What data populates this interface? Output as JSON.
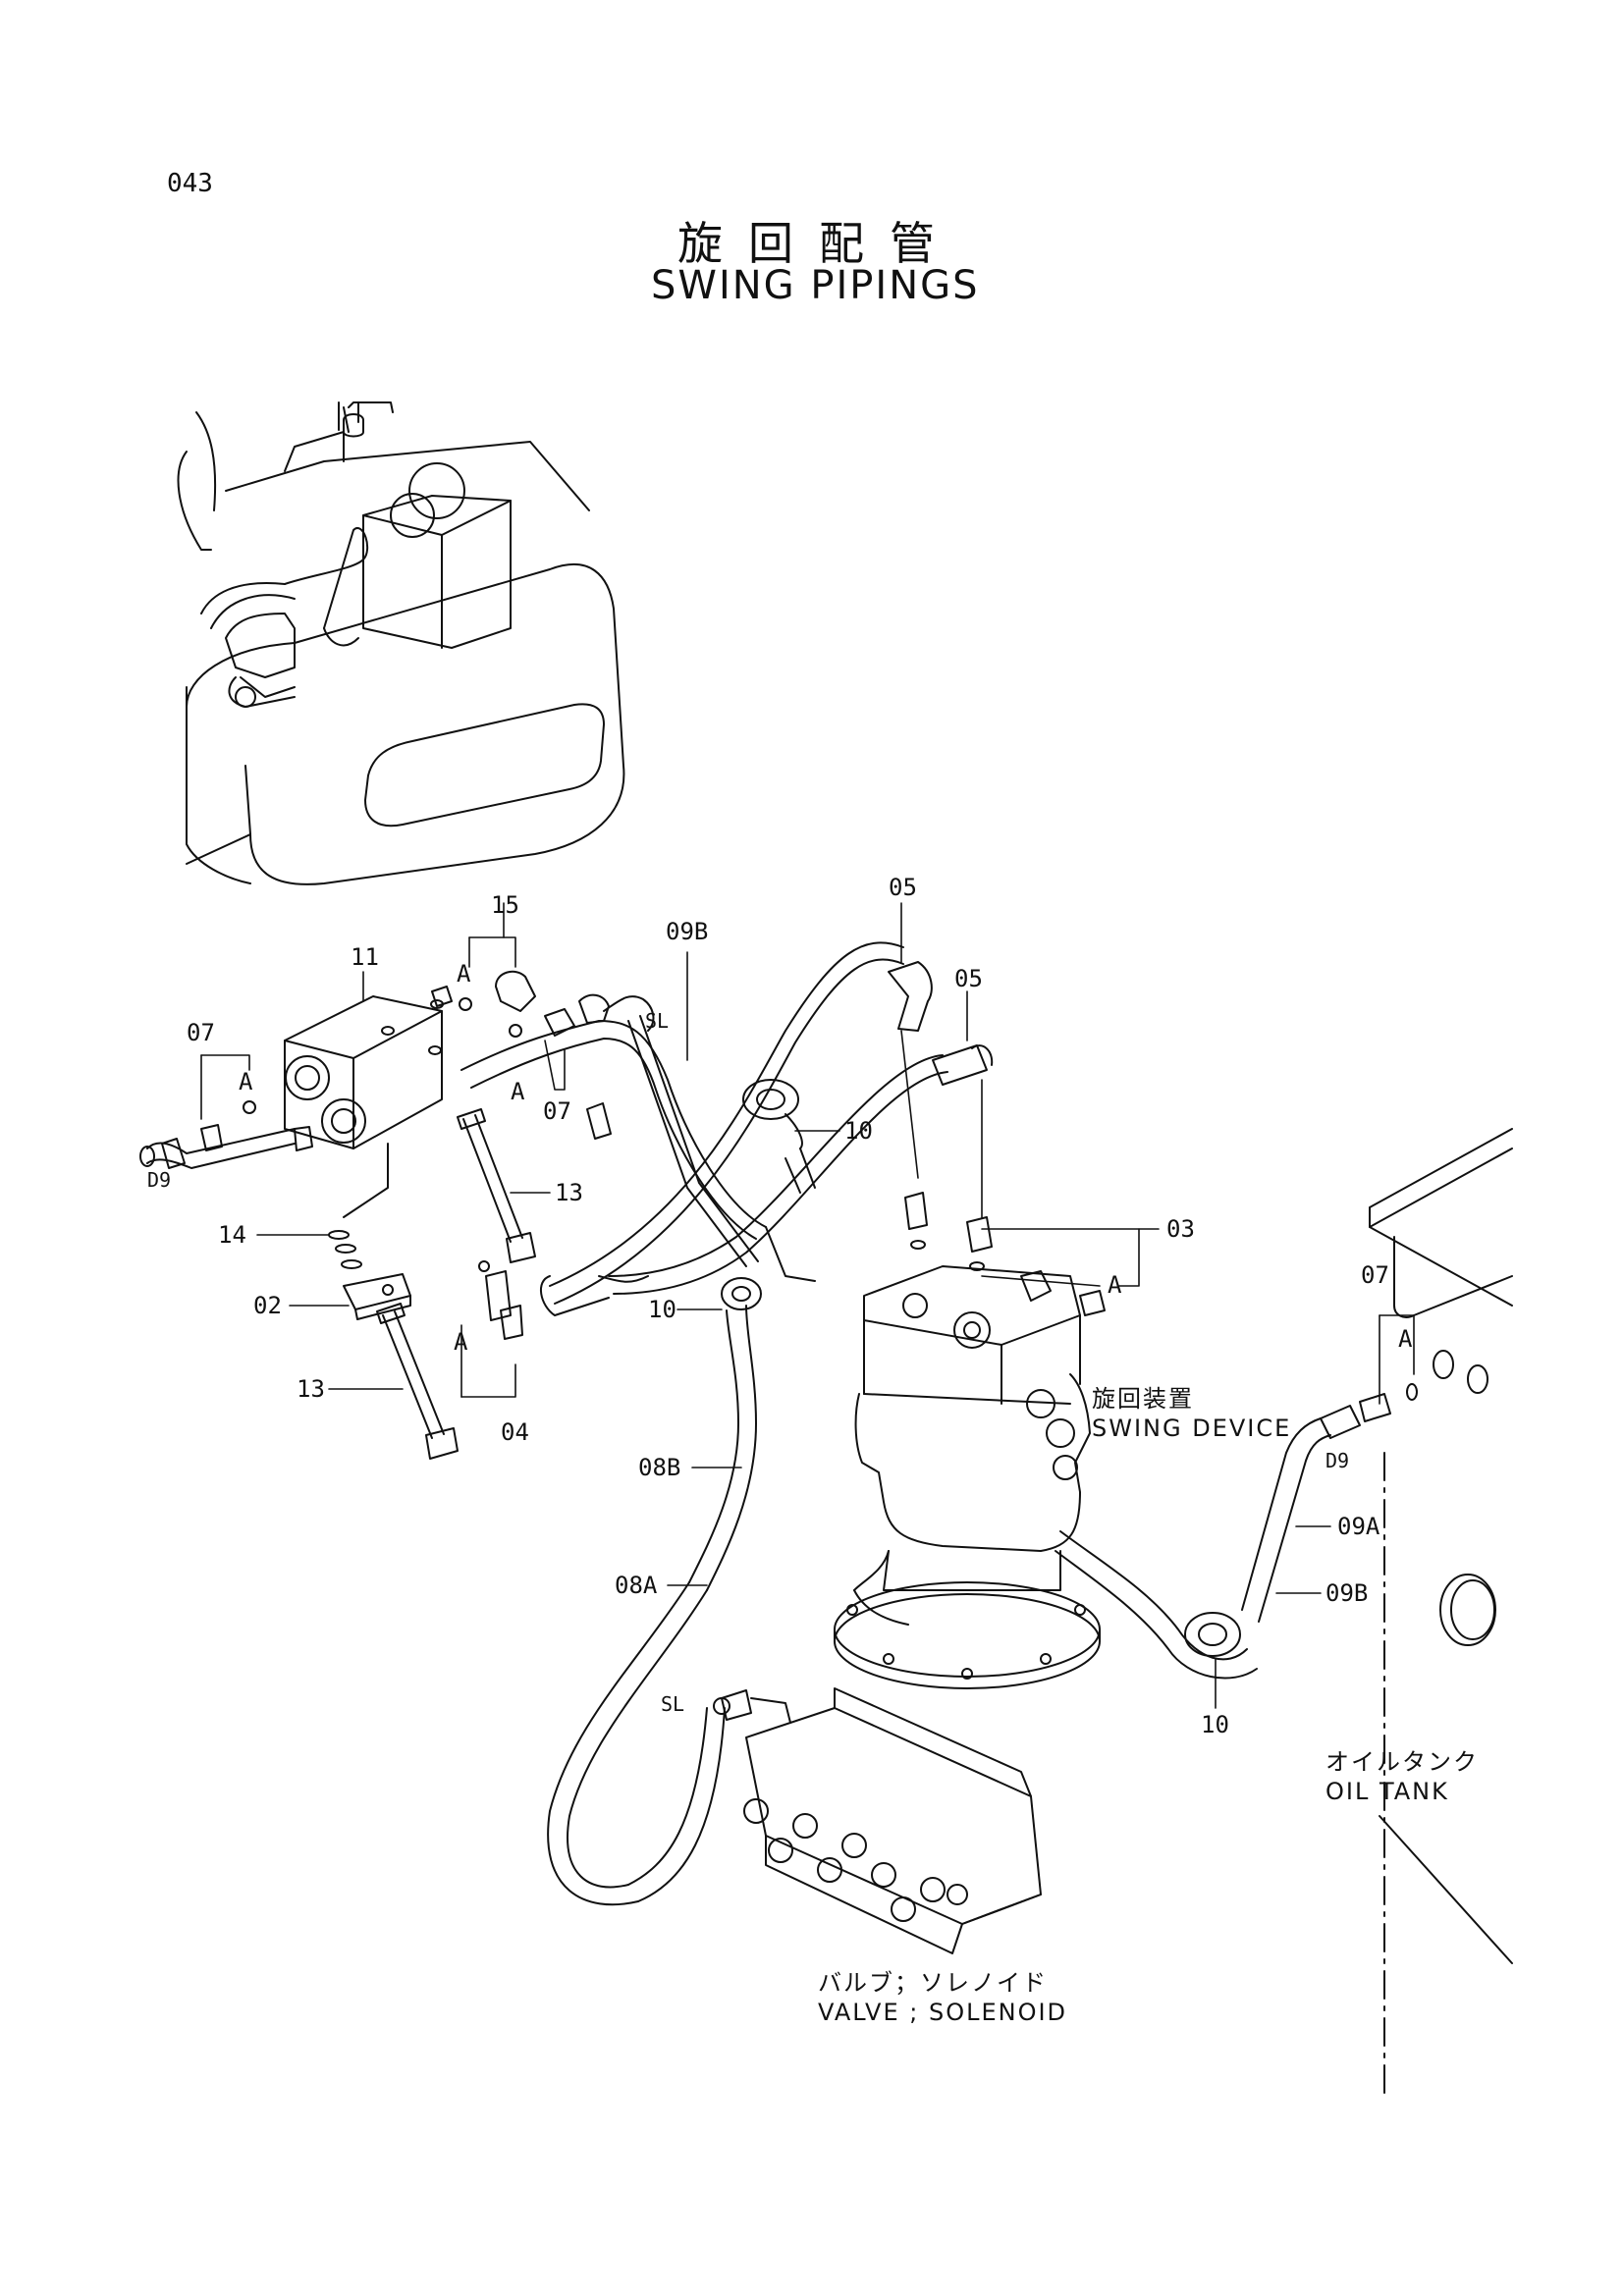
{
  "page": {
    "code": "043",
    "title_jp": "旋回配管",
    "title_en": "SWING PIPINGS"
  },
  "callouts": {
    "c15": "15",
    "c11": "11",
    "c07a": "07",
    "c09b_top": "09B",
    "c05a": "05",
    "c05b": "05",
    "c10a": "10",
    "c13a": "13",
    "c14": "14",
    "c02": "02",
    "c13b": "13",
    "c07b": "07",
    "c04": "04",
    "c03": "03",
    "c10b": "10",
    "c08b": "08B",
    "c08a": "08A",
    "c07c": "07",
    "c09a": "09A",
    "c09b_right": "09B",
    "c10c": "10",
    "d9a": "D9",
    "d9b": "D9",
    "sl1": "SL",
    "sl2": "SL",
    "a1": "A",
    "a2": "A",
    "a3": "A",
    "a4": "A",
    "a5": "A",
    "a6": "A"
  },
  "components": {
    "swing_device_jp": "旋回装置",
    "swing_device_en": "SWING DEVICE",
    "oil_tank_jp": "オイルタンク",
    "oil_tank_en": "OIL TANK",
    "valve_jp": "バルブ；ソレノイド",
    "valve_en": "VALVE ; SOLENOID"
  }
}
